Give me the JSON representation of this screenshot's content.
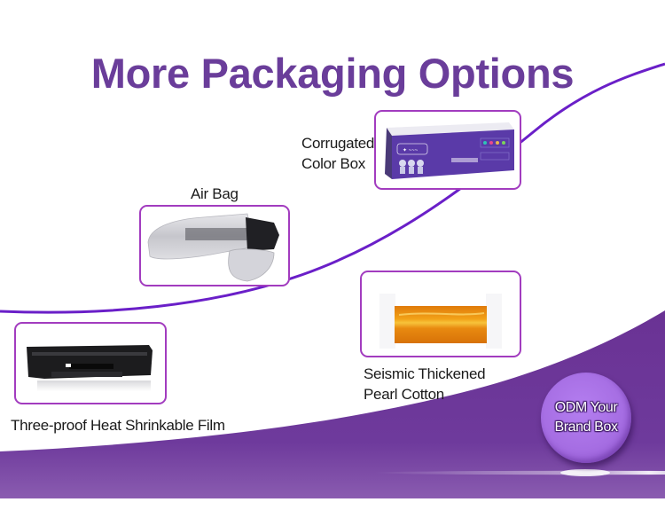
{
  "page": {
    "title": "More Packaging Options",
    "colors": {
      "title": "#6a3d9a",
      "frame_border": "#a23cbf",
      "curve_line": "#6a1fc8",
      "band_purple": "#6b3597",
      "badge_purple": "#a66ee3"
    }
  },
  "options": [
    {
      "id": "corrugated-color-box",
      "label_line1": "Corrugated",
      "label_line2": "Color Box"
    },
    {
      "id": "air-bag",
      "label_line1": "Air Bag"
    },
    {
      "id": "pearl-cotton",
      "label_line1": "Seismic Thickened",
      "label_line2": "Pearl Cotton"
    },
    {
      "id": "heat-shrink-film",
      "label_line1": "Three-proof Heat Shrinkable Film"
    }
  ],
  "badge": {
    "line1": "ODM Your",
    "line2": "Brand Box"
  }
}
